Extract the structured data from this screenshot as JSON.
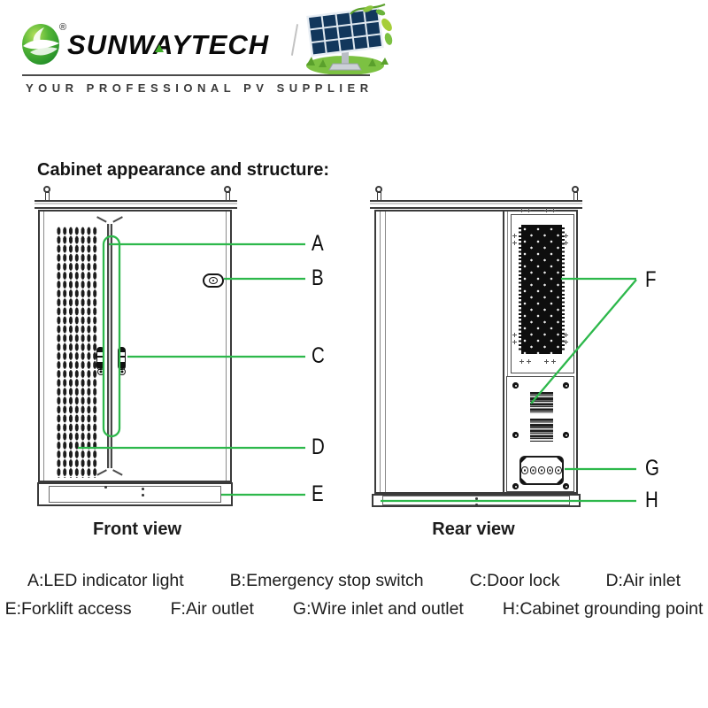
{
  "header": {
    "brand": "SUNWAYTECH",
    "registered": "®",
    "tagline": "YOUR PROFESSIONAL PV SUPPLIER"
  },
  "title": "Cabinet appearance and structure:",
  "views": {
    "front": {
      "caption": "Front view"
    },
    "rear": {
      "caption": "Rear view"
    }
  },
  "callouts": {
    "A": "A",
    "B": "B",
    "C": "C",
    "D": "D",
    "E": "E",
    "F": "F",
    "G": "G",
    "H": "H"
  },
  "legend": {
    "row1": [
      "A:LED indicator light",
      "B:Emergency stop switch",
      "C:Door lock",
      "D:Air inlet"
    ],
    "row2": [
      "E:Forklift access",
      "F:Air outlet",
      "G:Wire inlet and outlet",
      "H:Cabinet grounding point"
    ]
  },
  "colors": {
    "callout_green": "#2db84b",
    "logo_green": "#3fae2a"
  }
}
